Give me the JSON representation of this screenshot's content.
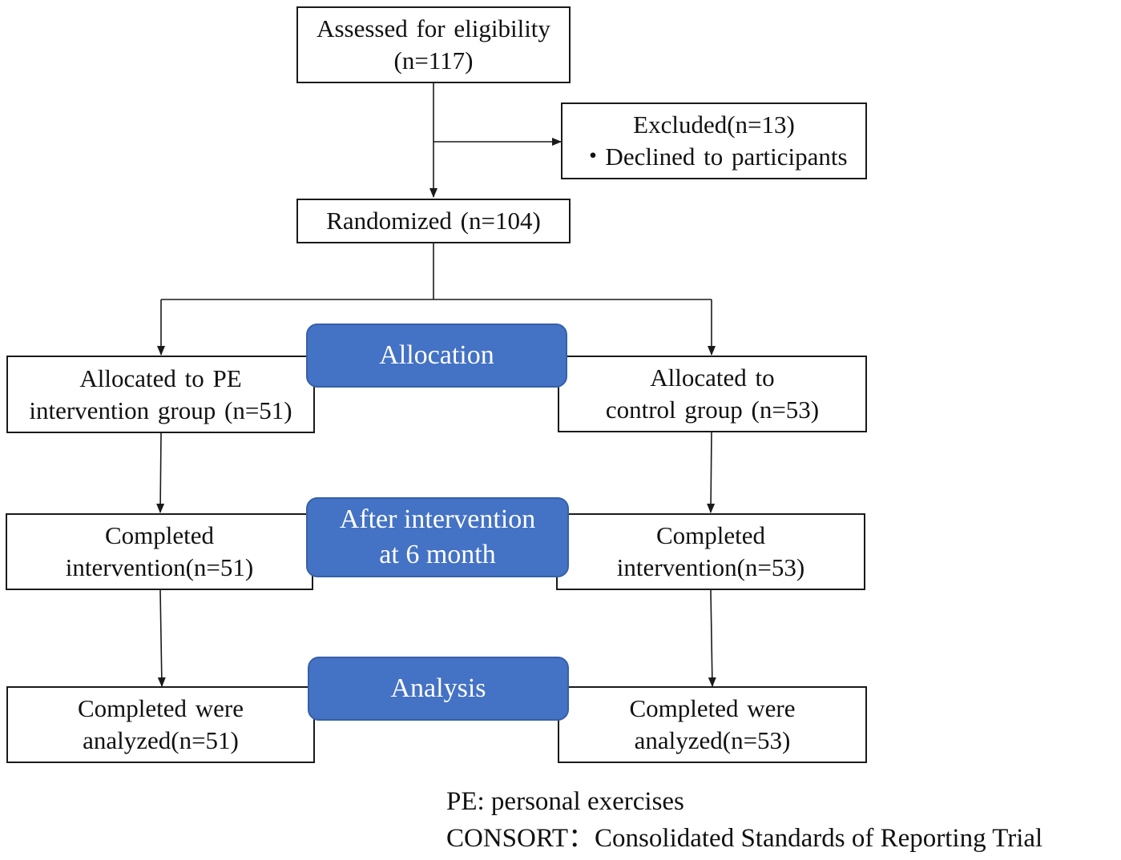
{
  "boxes": {
    "assessed": {
      "line1": "Assessed for eligibility",
      "line2": "(n=117)"
    },
    "excluded": {
      "line1": "Excluded(n=13)",
      "line2": "・Declined to participants"
    },
    "randomized": {
      "line1": "Randomized (n=104)"
    },
    "allocated_pe": {
      "line1": "Allocated to PE",
      "line2": "intervention group (n=51)"
    },
    "allocated_control": {
      "line1": "Allocated to",
      "line2": "control group (n=53)"
    },
    "completed_pe": {
      "line1": "Completed",
      "line2": "intervention(n=51)"
    },
    "completed_control": {
      "line1": "Completed",
      "line2": "intervention(n=53)"
    },
    "analyzed_pe": {
      "line1": "Completed were",
      "line2": "analyzed(n=51)"
    },
    "analyzed_control": {
      "line1": "Completed were",
      "line2": "analyzed(n=53)"
    }
  },
  "stages": {
    "allocation": {
      "line1": "Allocation"
    },
    "after_intervention": {
      "line1": "After intervention",
      "line2": "at 6 month"
    },
    "analysis": {
      "line1": "Analysis"
    }
  },
  "footnotes": {
    "pe": "PE: personal exercises",
    "consort": "CONSORT：Consolidated Standards of Reporting Trial"
  },
  "colors": {
    "stage_fill": "#4472c4",
    "box_border": "#1a1a1a",
    "stage_text": "#ffffff"
  }
}
